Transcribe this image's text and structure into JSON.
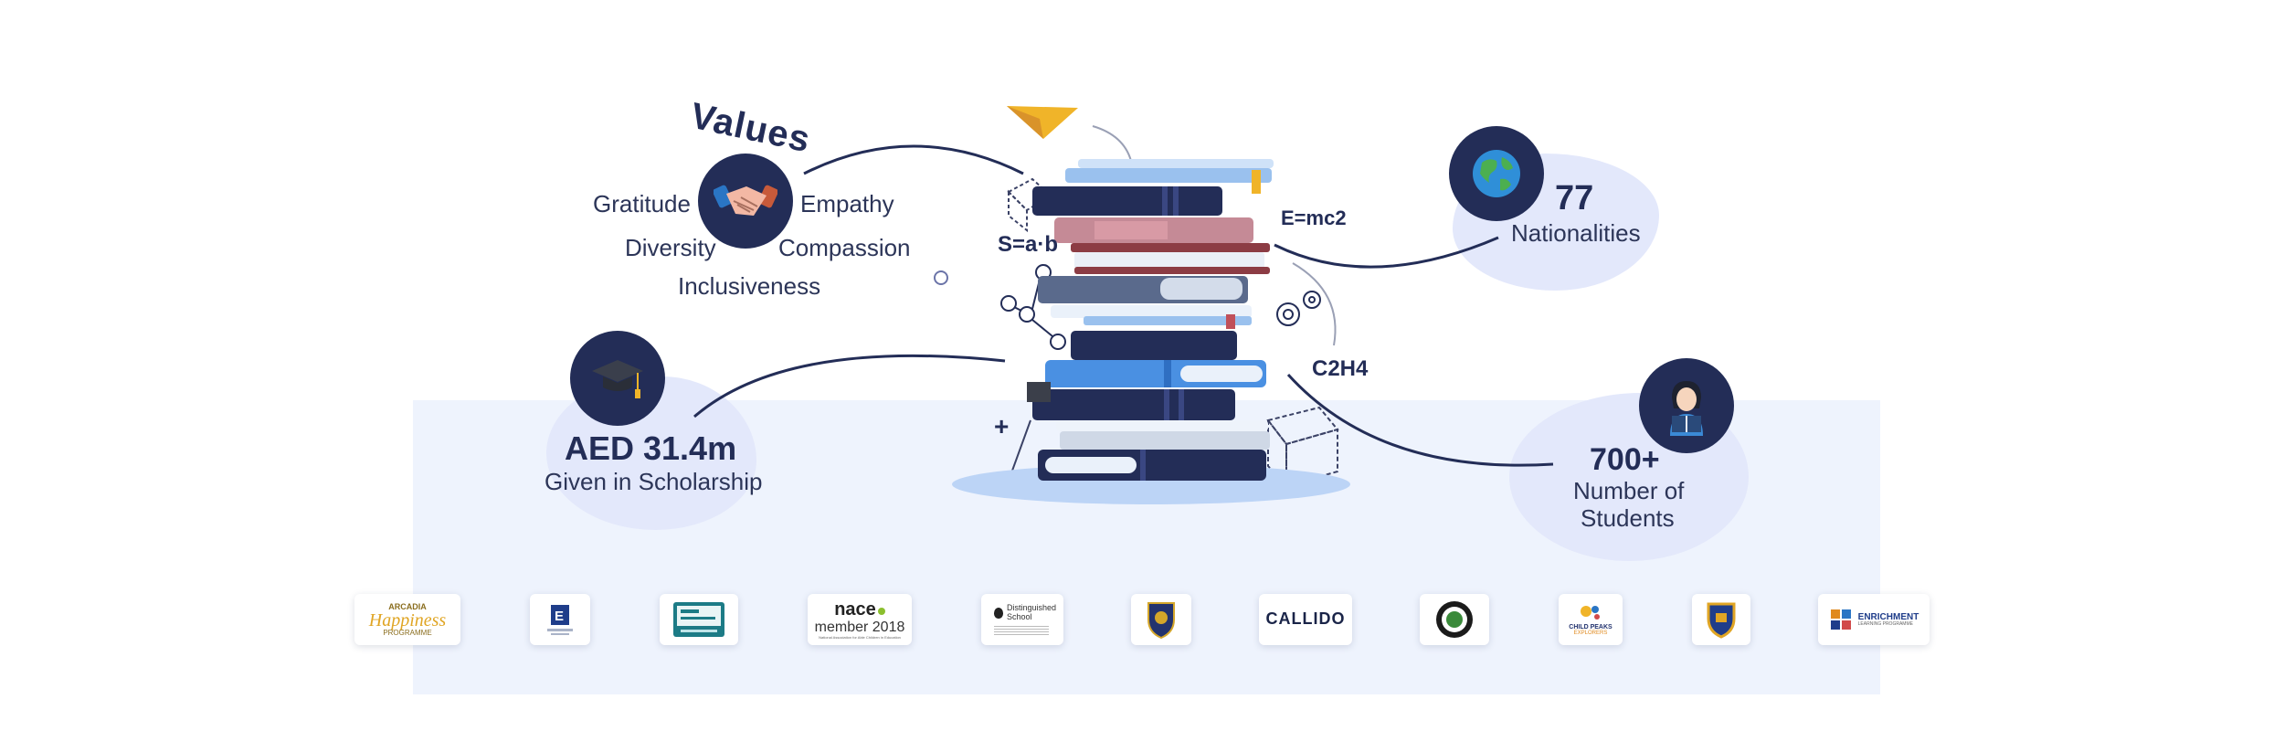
{
  "values": {
    "title": "Values",
    "items": [
      "Gratitude",
      "Empathy",
      "Diversity",
      "Compassion",
      "Inclusiveness"
    ]
  },
  "stats": {
    "nationalities": {
      "value": "77",
      "label": "Nationalities"
    },
    "scholarship": {
      "value": "AED 31.4m",
      "label": "Given in Scholarship"
    },
    "students": {
      "value": "700+",
      "label_line1": "Number of",
      "label_line2": "Students"
    }
  },
  "formulas": {
    "s": "S=a·b",
    "e": "E=mc2",
    "c": "C2H4"
  },
  "logos": {
    "arcadia_line1": "ARCADIA",
    "arcadia_line2": "Happiness",
    "arcadia_line3": "PROGRAMME",
    "nace_brand": "nace",
    "nace_member": "member 2018",
    "nace_sub": "National Association for Able Children in Education",
    "apple_title": "Distinguished",
    "apple_title2": "School",
    "callido": "CALLIDO",
    "child_peaks": "CHILD PEAKS",
    "child_peaks_sub": "EXPLORERS",
    "enrichment": "ENRICHMENT",
    "enrichment_sub": "LEARNING PROGRAMME"
  },
  "colors": {
    "navy": "#232d57",
    "panel": "#eef3fd",
    "blob": "#e3e8fb",
    "accent_gold": "#f0b429"
  }
}
